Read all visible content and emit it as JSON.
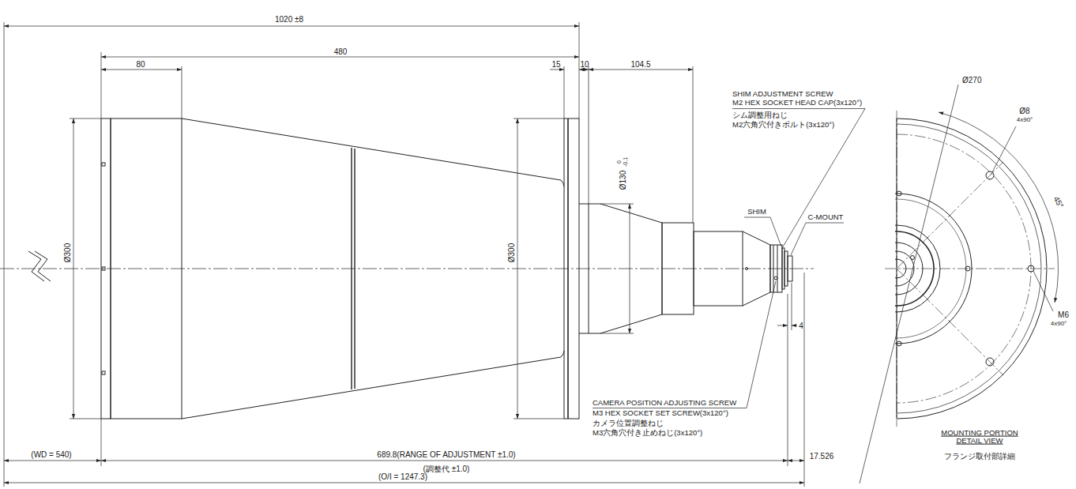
{
  "diagram": {
    "labels": [
      "1020 ±8",
      "480",
      "80",
      "15",
      "10",
      "104.5",
      "Ø130",
      "0",
      "-0.1",
      "Ø300",
      "Ø300",
      "SHIM ADJUSTMENT SCREW",
      "M2 HEX SOCKET HEAD CAP(3x120°)",
      "シム調整用ねじ",
      "M2六角穴付きボルト(3x120°)",
      "SHIM",
      "C-MOUNT",
      "4",
      "CAMERA POSITION ADJUSTING SCREW",
      "M3 HEX SOCKET SET SCREW(3x120°)",
      "カメラ位置調整ねじ",
      "M3六角穴付き止めねじ(3x120°)",
      "(WD = 540)",
      "689.8(RANGE OF ADJUSTMENT ±1.0)",
      "(調整代 ±1.0)",
      "17.526",
      "(O/I = 1247.3)",
      "Ø270",
      "Ø8",
      "4x90°",
      "45°",
      "M6",
      "4x90°",
      "MOUNTING PORTION DETAIL VIEW",
      "フランジ取付部詳細"
    ]
  }
}
